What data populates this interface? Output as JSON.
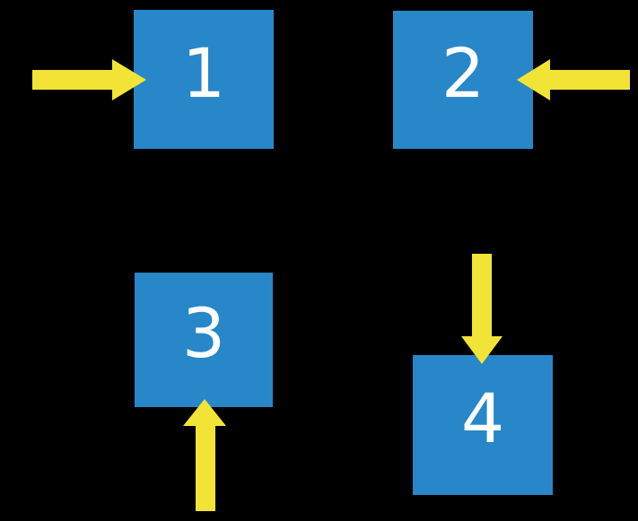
{
  "scene": {
    "background_color": "#000000",
    "square_color": "#2787C8",
    "arrow_color": "#F2E436",
    "number_color": "#FFFFFF"
  },
  "squares": [
    {
      "label": "1",
      "arrow": "points-right-into-left-side"
    },
    {
      "label": "2",
      "arrow": "points-left-into-right-side"
    },
    {
      "label": "3",
      "arrow": "points-up-into-bottom-side"
    },
    {
      "label": "4",
      "arrow": "points-down-into-top-side"
    }
  ]
}
